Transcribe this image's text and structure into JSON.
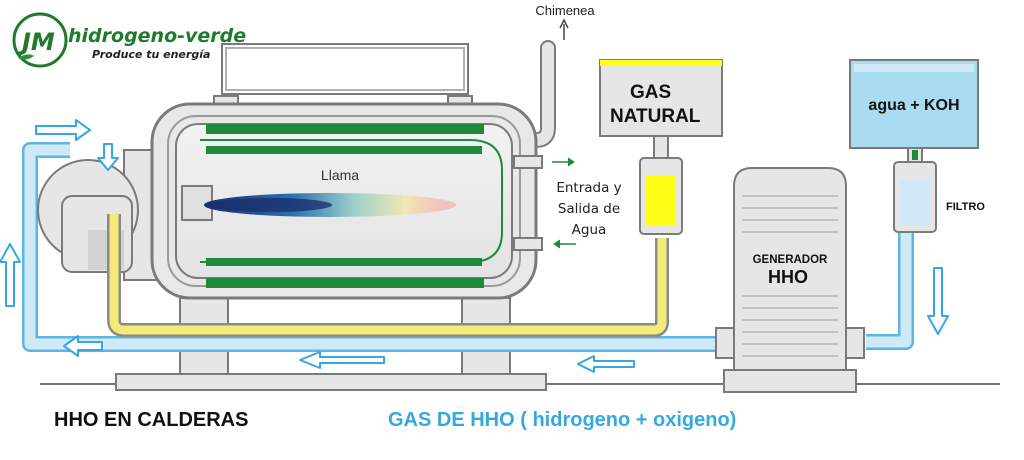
{
  "logo": {
    "initials": "JM",
    "brand": "hidrogeno-verde",
    "tagline": "Produce tu energía"
  },
  "labels": {
    "chimenea": "Chimenea",
    "llama": "Llama",
    "water_line1": "Entrada y",
    "water_line2": "Salida de",
    "water_line3": "Agua",
    "gas_natural_line1": "GAS",
    "gas_natural_line2": "NATURAL",
    "agua_koh": "agua + KOH",
    "filtro": "FILTRO",
    "generador_line1": "GENERADOR",
    "generador_line2": "HHO"
  },
  "captions": {
    "left": "HHO EN CALDERAS",
    "right": "GAS DE HHO ( hidrogeno + oxigeno)"
  },
  "colors": {
    "hho_pipe": "#5bb6e6",
    "hho_pipe_fill": "#cfe9f6",
    "gas_pipe_fill": "#f3ea7a",
    "gas_tank_fill": "#ffff1a",
    "water_tank_fill": "#a9dcf0",
    "body_grey": "#e6e6e6",
    "outline_grey": "#7a7a7a",
    "tube_green": "#1f8a3a",
    "caption_blue": "#35a8e0",
    "logo_green": "#1f7a2e"
  }
}
